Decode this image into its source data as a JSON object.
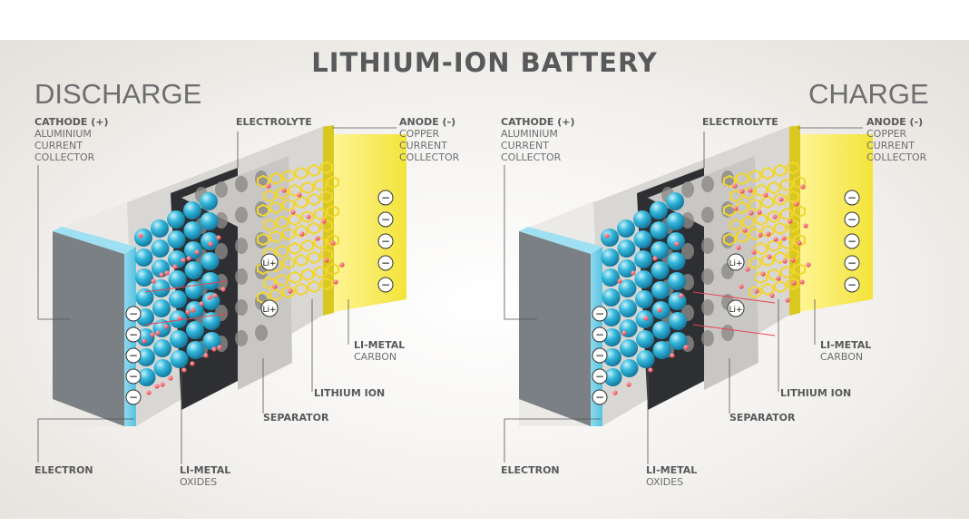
{
  "title": "LITHIUM-ION BATTERY",
  "left": {
    "mode": "DISCHARGE",
    "cathode": {
      "title": "CATHODE (+)",
      "lines": [
        "ALUMINIUM",
        "CURRENT",
        "COLLECTOR"
      ]
    },
    "electrolyte": "ELECTROLYTE",
    "anode": {
      "title": "ANODE (-)",
      "lines": [
        "COPPER",
        "CURRENT",
        "COLLECTOR"
      ]
    },
    "li_metal_carbon": {
      "title": "LI-METAL",
      "sub": "CARBON"
    },
    "lithium_ion": "LITHIUM ION",
    "separator": "SEPARATOR",
    "electron": "ELECTRON",
    "li_metal_oxides": {
      "title": "LI-METAL",
      "sub": "OXIDES"
    },
    "ion_symbol": "Li+",
    "electron_symbol": "−"
  },
  "right": {
    "mode": "CHARGE",
    "cathode": {
      "title": "CATHODE (+)",
      "lines": [
        "ALUMINIUM",
        "CURRENT",
        "COLLECTOR"
      ]
    },
    "electrolyte": "ELECTROLYTE",
    "anode": {
      "title": "ANODE (-)",
      "lines": [
        "COPPER",
        "CURRENT",
        "COLLECTOR"
      ]
    },
    "li_metal_carbon": {
      "title": "LI-METAL",
      "sub": "CARBON"
    },
    "lithium_ion": "LITHIUM ION",
    "separator": "SEPARATOR",
    "electron": "ELECTRON",
    "li_metal_oxides": {
      "title": "LI-METAL",
      "sub": "OXIDES"
    },
    "ion_symbol": "Li+",
    "electron_symbol": "−"
  },
  "colors": {
    "cathode_collector": "#58c3e0",
    "anode_collector": "#f3e43a",
    "sphere": "#35b9dc",
    "lithium_dot": "#e8434f",
    "separator": "#2d2f33",
    "electrolyte": "#c9c7c4",
    "case": "#7b8084",
    "carbon_lattice": "#f2d630"
  }
}
